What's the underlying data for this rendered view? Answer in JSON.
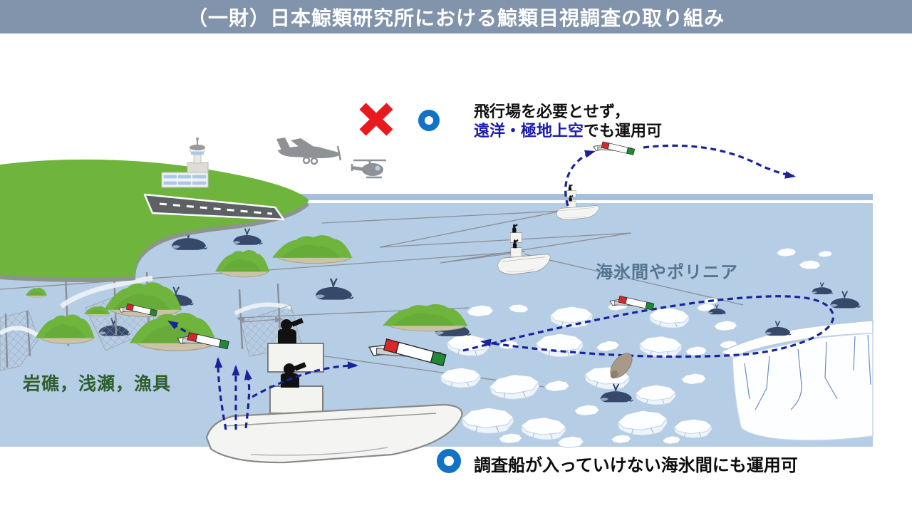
{
  "title_bar": {
    "title": "（一財）日本鯨類研究所における鯨類目視調査の取り組み"
  },
  "annotations": {
    "airfield": {
      "line1": "飛行場を必要とせず，",
      "line2_highlight": "遠洋・極地上空",
      "line2_rest": "でも運用可"
    },
    "sea_ice_polynya": "海氷間やポリニア",
    "coastal_hazards": "岩礁，浅瀬，漁具",
    "ship_limitation": "調査船が入っていけない海氷間にも運用可"
  },
  "icons": {
    "cross": "not-possible-cross",
    "circle": "possible-circle",
    "airplane": "survey-airplane",
    "helicopter": "survey-helicopter",
    "drone": "fixed-wing-drone",
    "ship": "research-vessel-with-observers",
    "whale": "whale"
  },
  "colors": {
    "title_bar_bg": "#8294ac",
    "sea": "#b6cde6",
    "horizon_stripe": "#a4c0db",
    "land_green": "#6fb43d",
    "cross_red": "#e8191f",
    "ok_circle_blue": "#1173c5",
    "flight_path_navy": "#19249b",
    "highlight_text_blue": "#1b1bb0",
    "sea_ice_label": "#527691",
    "hazards_label": "#2f5f2d",
    "whale_navy": "#36496b",
    "drone_wing_red": "#d8262b",
    "drone_wing_green": "#1d8a35"
  }
}
